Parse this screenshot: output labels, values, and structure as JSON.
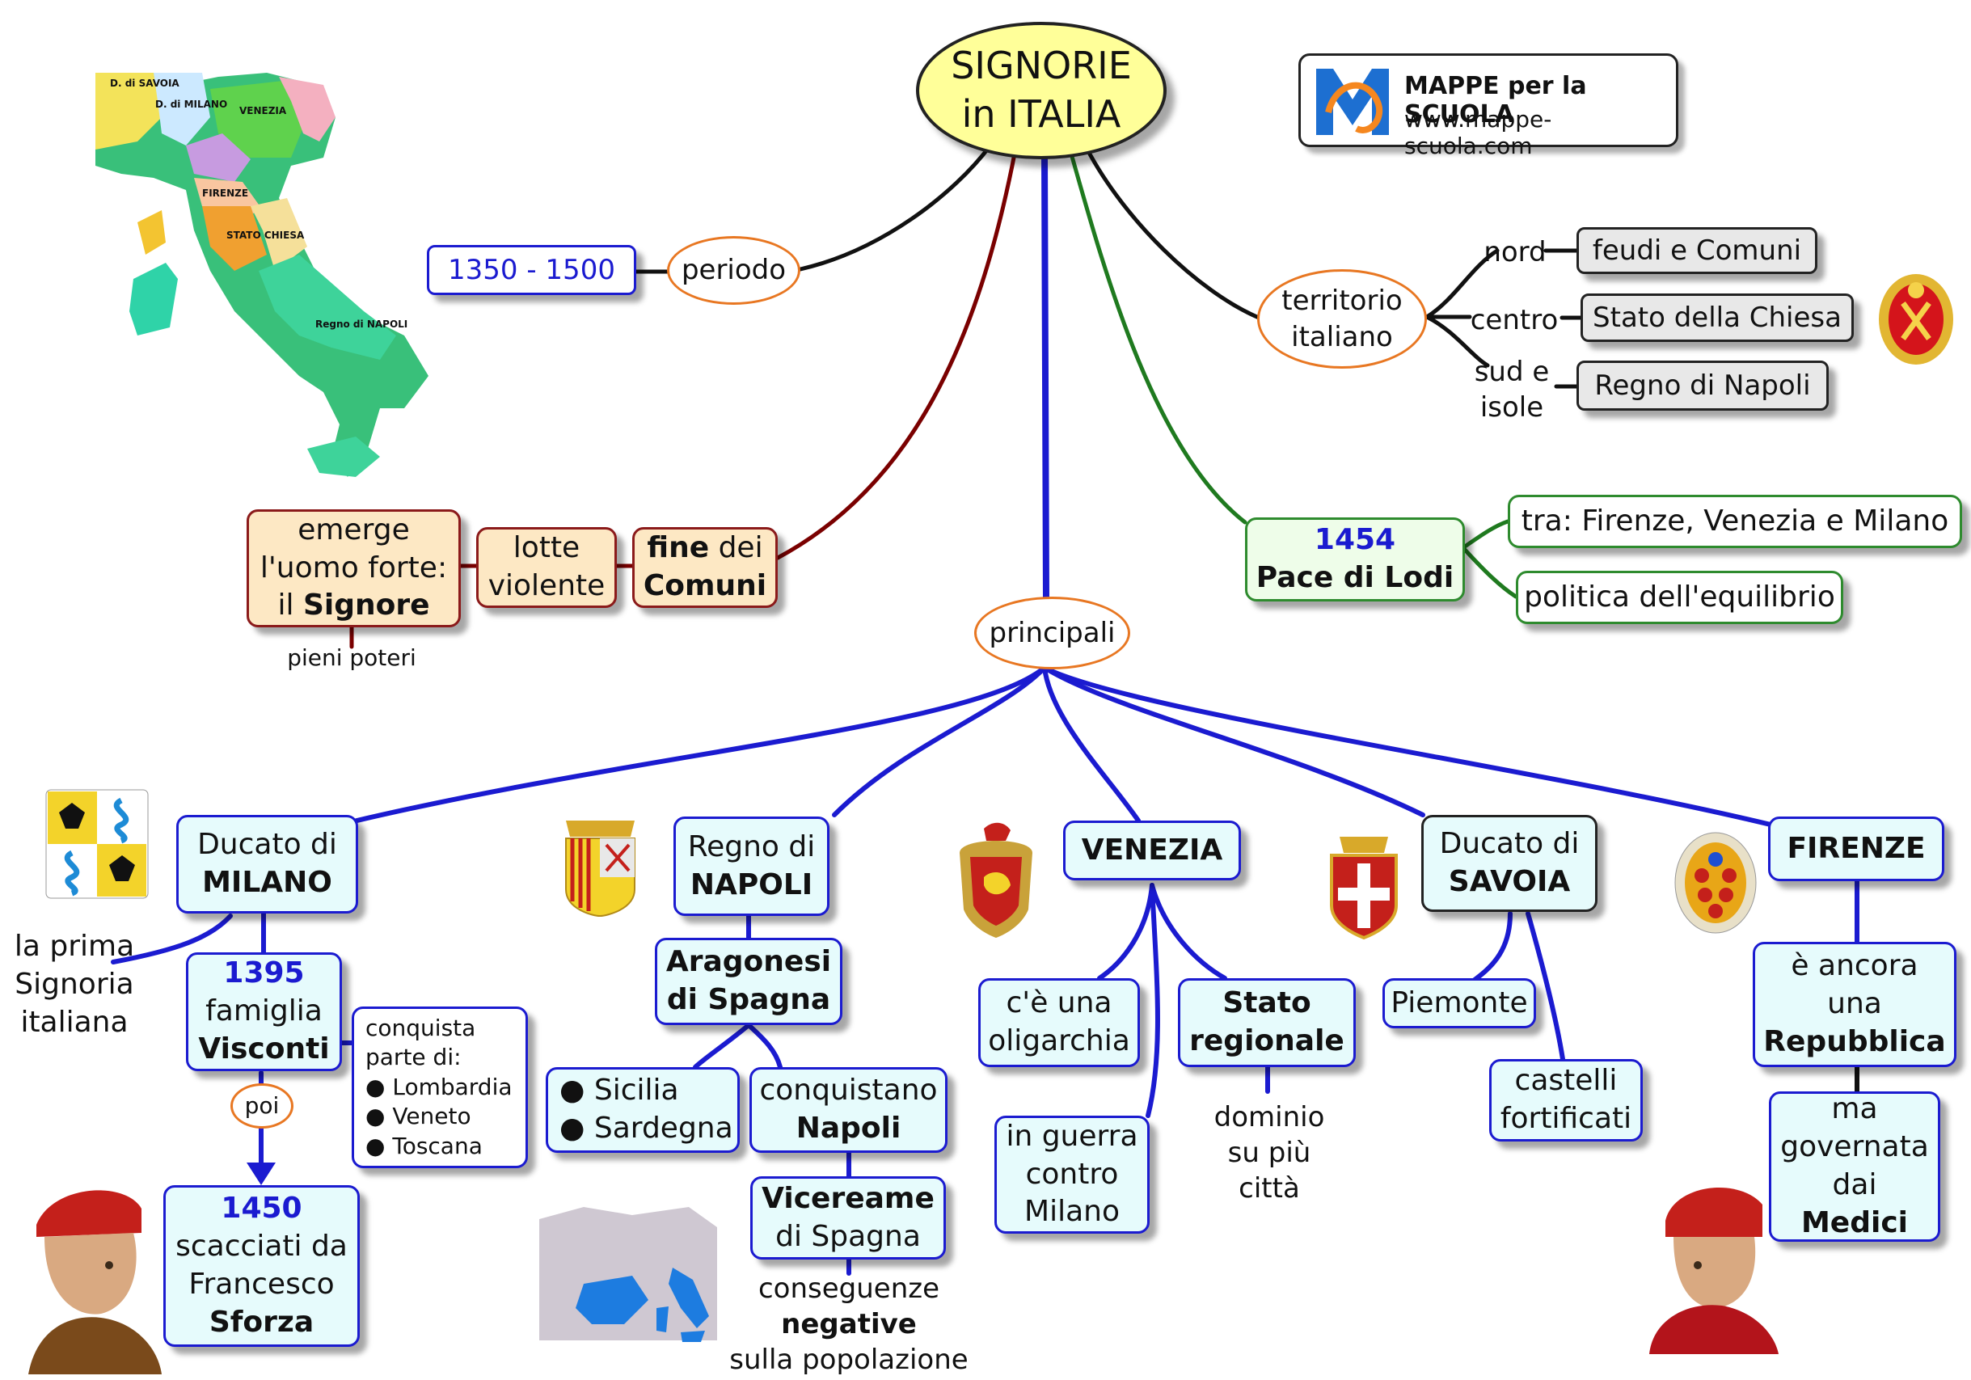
{
  "title": {
    "line1": "SIGNORIE",
    "line2": "in ITALIA"
  },
  "logo": {
    "title": "MAPPE per la SCUOLA",
    "url": "www.mappe-scuola.com"
  },
  "map_labels": {
    "savoia": "D. di SAVOIA",
    "milano": "D. di MILANO",
    "venezia": "VENEZIA",
    "firenze": "FIRENZE",
    "stato_chiesa": "STATO CHIESA",
    "napoli": "Regno di NAPOLI"
  },
  "periodo": {
    "label": "periodo",
    "years": "1350 - 1500"
  },
  "territorio": {
    "label": "territorio italiano",
    "nord": "nord",
    "nord_val": "feudi e Comuni",
    "centro": "centro",
    "centro_val": "Stato della Chiesa",
    "sud": "sud e isole",
    "sud_val": "Regno di Napoli"
  },
  "comuni": {
    "fine": "fine",
    "dei": "dei",
    "comuni": "Comuni",
    "lotte": "lotte violente",
    "emerge": "emerge l'uomo forte:",
    "il": "il",
    "signore": "Signore",
    "pieni": "pieni poteri"
  },
  "lodi": {
    "year": "1454",
    "name": "Pace di Lodi",
    "tra": "tra: Firenze, Venezia e Milano",
    "politica": "politica dell'equilibrio"
  },
  "principali": "principali",
  "milano": {
    "ducato": "Ducato di",
    "name": "MILANO",
    "prima": "la prima Signoria italiana",
    "year1": "1395",
    "famiglia": "famiglia",
    "visconti": "Visconti",
    "conquista": "conquista parte di:",
    "items": [
      "Lombardia",
      "Veneto",
      "Toscana"
    ],
    "poi": "poi",
    "year2": "1450",
    "scacciati": "scacciati da Francesco",
    "sforza": "Sforza"
  },
  "napoli": {
    "regno": "Regno di",
    "name": "NAPOLI",
    "aragonesi": "Aragonesi di Spagna",
    "isole": [
      "Sicilia",
      "Sardegna"
    ],
    "conquistano": "conquistano",
    "napoli2": "Napoli",
    "vicereame": "Vicereame",
    "dispagna": "di Spagna",
    "conseguenze": "conseguenze",
    "negative": "negative",
    "popolazione": "sulla popolazione"
  },
  "venezia": {
    "name": "VENEZIA",
    "oligarchia": "c'è una oligarchia",
    "stato": "Stato regionale",
    "guerra": "in guerra contro Milano",
    "dominio": "dominio su più città"
  },
  "savoia": {
    "ducato": "Ducato di",
    "name": "SAVOIA",
    "piemonte": "Piemonte",
    "castelli": "castelli fortificati"
  },
  "firenze": {
    "name": "FIRENZE",
    "ancora": "è ancora una",
    "repubblica": "Repubblica",
    "ma": "ma governata dai",
    "medici": "Medici"
  }
}
